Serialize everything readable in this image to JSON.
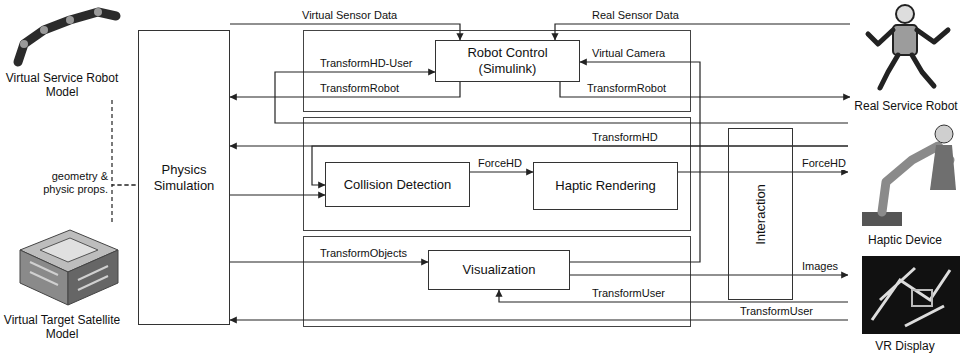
{
  "diagram": {
    "nodes": [
      {
        "text": [
          "Virtual Service Robot Model"
        ]
      },
      {
        "text": [
          "Virtual Target Satellite Model"
        ]
      },
      {
        "text": [
          "Physics Simulation"
        ]
      },
      {
        "text": [
          "Robot Control (Simulink)"
        ]
      },
      {
        "text": [
          "Collision Detection"
        ]
      },
      {
        "text": [
          "Haptic Rendering"
        ]
      },
      {
        "text": [
          "Visualization"
        ]
      },
      {
        "text": [
          "Interaction"
        ]
      },
      {
        "text": [
          "Real Service Robot"
        ]
      },
      {
        "text": [
          "Haptic Device"
        ]
      },
      {
        "text": [
          "VR Display"
        ]
      }
    ],
    "edges": [
      {
        "from": 0,
        "to": 2,
        "arrow": "none"
      },
      {
        "from": 1,
        "to": 2,
        "arrow": "none"
      },
      {
        "from": 2,
        "to": 3,
        "label": "Virtual Sensor Data",
        "arrow": "to"
      },
      {
        "from": 8,
        "to": 3,
        "label": "Real Sensor Data",
        "arrow": "to"
      },
      {
        "from": 9,
        "to": 3,
        "label": "TransformHD-User",
        "arrow": "to"
      },
      {
        "from": 6,
        "to": 3,
        "label": "Virtual Camera",
        "arrow": "to"
      },
      {
        "from": 3,
        "to": 2,
        "label": "TransformRobot",
        "arrow": "to"
      },
      {
        "from": 3,
        "to": 8,
        "label": "TransformRobot",
        "arrow": "to"
      },
      {
        "from": 9,
        "to": 2,
        "label": "TransformHD",
        "arrow": "to"
      },
      {
        "from": 9,
        "to": 4,
        "arrow": "to"
      },
      {
        "from": 2,
        "to": 4,
        "arrow": "to"
      },
      {
        "from": 4,
        "to": 5,
        "label": "ForceHD",
        "arrow": "to"
      },
      {
        "from": 5,
        "to": 9,
        "label": "ForceHD",
        "arrow": "to"
      },
      {
        "from": 2,
        "to": 6,
        "label": "TransformObjects",
        "arrow": "to"
      },
      {
        "from": 6,
        "to": 10,
        "label": "Images",
        "arrow": "to"
      },
      {
        "from": 10,
        "to": 6,
        "label": "TransformUser",
        "arrow": "to"
      },
      {
        "from": 10,
        "to": 2,
        "label": "TransformUser",
        "arrow": "to"
      }
    ],
    "labels": [
      "geometry & physic props."
    ]
  }
}
